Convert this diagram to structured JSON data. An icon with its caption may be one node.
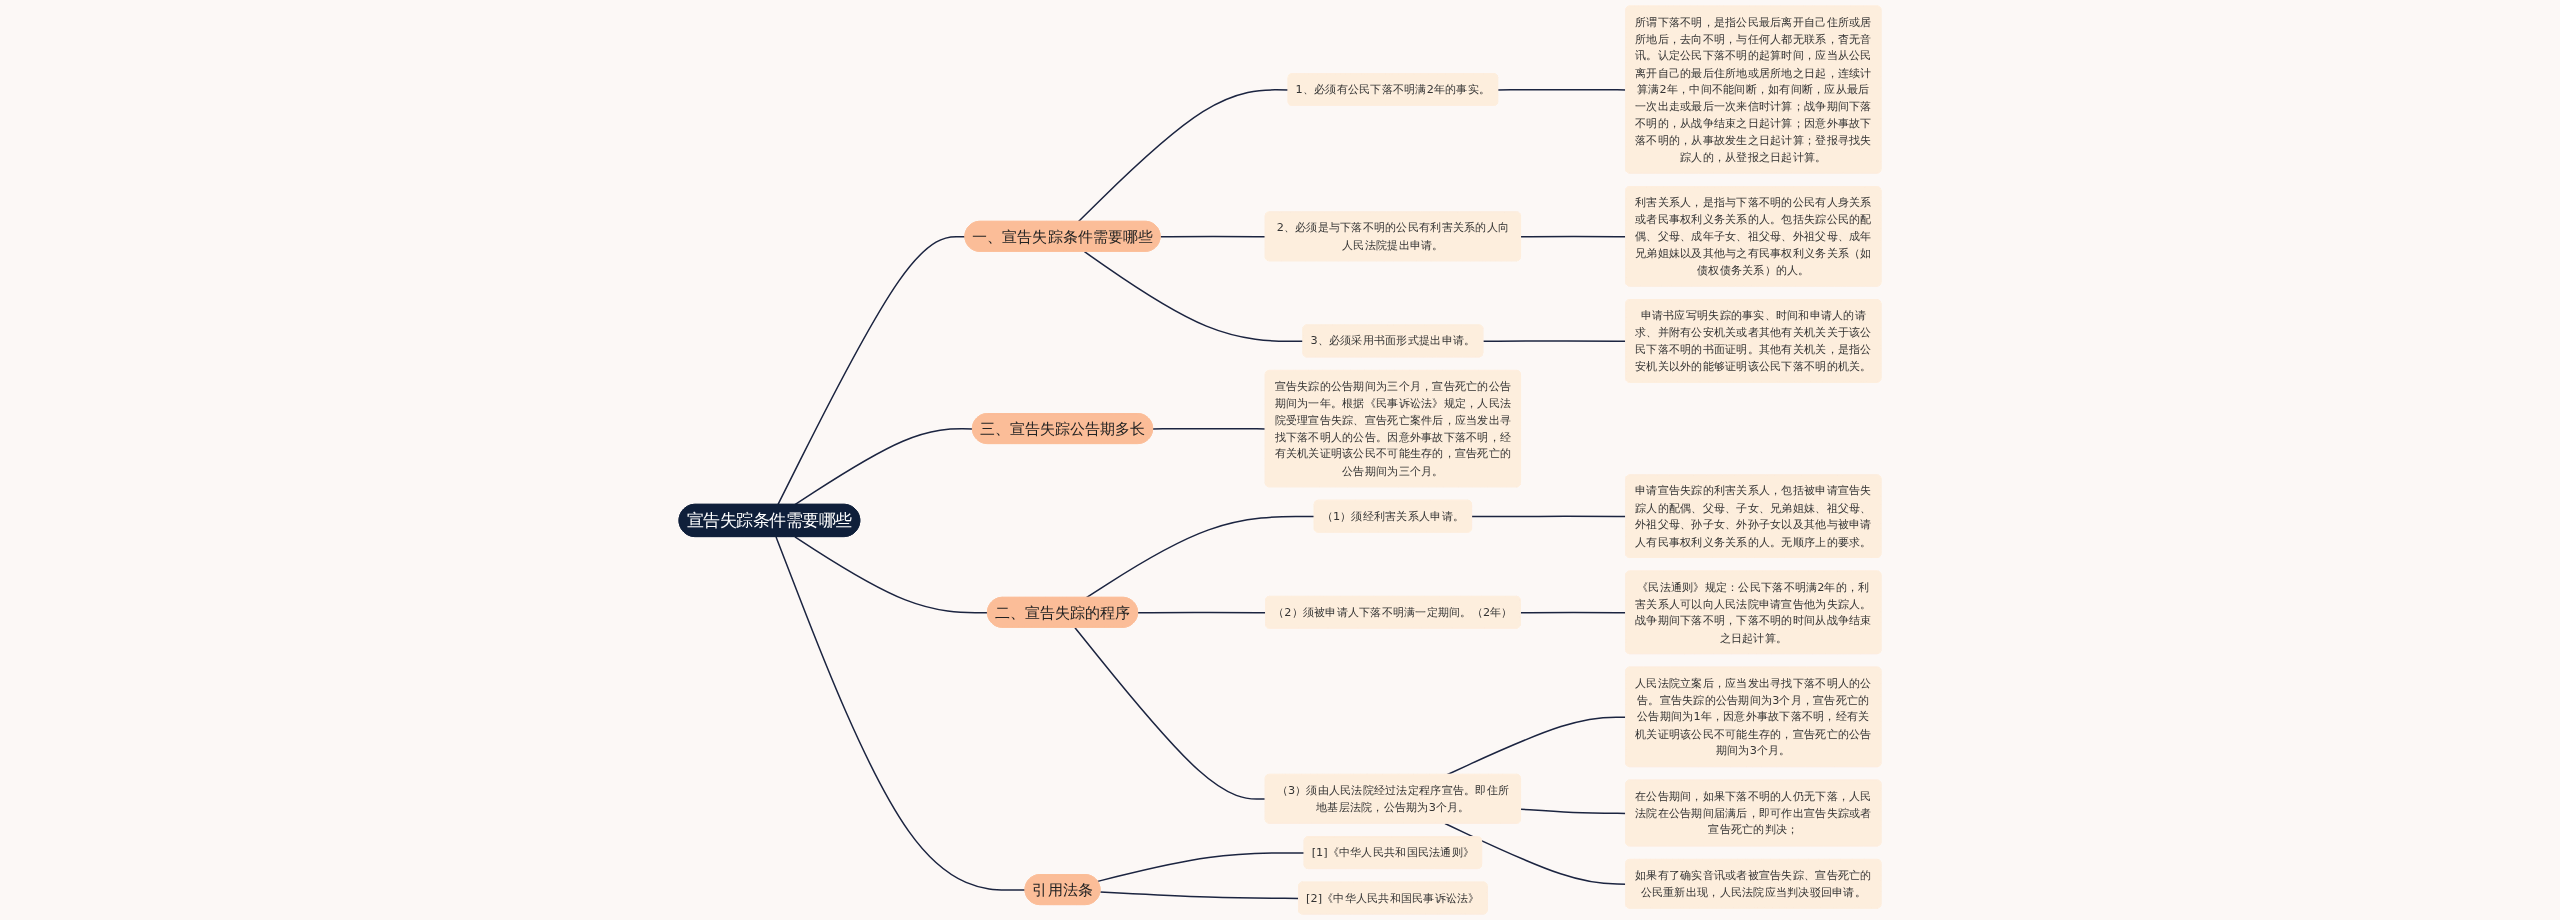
{
  "diagram": {
    "nodes": [
      {
        "text": [
          "宣告失踪条件需要哪些"
        ]
      },
      {
        "text": [
          "一、宣告失踪条件需要哪些"
        ]
      },
      {
        "text": [
          "1、必须有公民下落不明满2年的事实。"
        ]
      },
      {
        "text": [
          "所谓下落不明，是指公民最后离开自己住所或居所地后，去向不明，与任何人都无联系，杳无音讯。认定公民下落不明的起算时间，应当从公民离开自己的最后住所地或居所地之日起，连续计算满2年，中间不能间断，如有间断，应从最后一次出走或最后一次来信时计算；战争期间下落不明的，从战争结束之日起计算；因意外事故下落不明的，从事故发生之日起计算；登报寻找失踪人的，从登报之日起计算。"
        ]
      },
      {
        "text": [
          "2、必须是与下落不明的公民有利害关系的人向人民法院提出申请。"
        ]
      },
      {
        "text": [
          "利害关系人，是指与下落不明的公民有人身关系或者民事权利义务关系的人。包括失踪公民的配偶、父母、成年子女、祖父母、外祖父母、成年兄弟姐妹以及其他与之有民事权利义务关系（如债权债务关系）的人。"
        ]
      },
      {
        "text": [
          "3、必须采用书面形式提出申请。"
        ]
      },
      {
        "text": [
          "申请书应写明失踪的事实、时间和申请人的请求、并附有公安机关或者其他有关机关关于该公民下落不明的书面证明。其他有关机关，是指公安机关以外的能够证明该公民下落不明的机关。"
        ]
      },
      {
        "text": [
          "二、宣告失踪的程序"
        ]
      },
      {
        "text": [
          "（1）须经利害关系人申请。"
        ]
      },
      {
        "text": [
          "申请宣告失踪的利害关系人，包括被申请宣告失踪人的配偶、父母、子女、兄弟姐妹、祖父母、外祖父母、孙子女、外孙子女以及其他与被申请人有民事权利义务关系的人。无顺序上的要求。"
        ]
      },
      {
        "text": [
          "（2）须被申请人下落不明满一定期间。（2年）"
        ]
      },
      {
        "text": [
          "《民法通则》规定：公民下落不明满2年的，利害关系人可以向人民法院申请宣告他为失踪人。战争期间下落不明，下落不明的时间从战争结束之日起计算。"
        ]
      },
      {
        "text": [
          "（3）须由人民法院经过法定程序宣告。即住所地基层法院，公告期为3个月。"
        ]
      },
      {
        "text": [
          "人民法院立案后，应当发出寻找下落不明人的公告。宣告失踪的公告期间为3个月，宣告死亡的公告期间为1年，因意外事故下落不明，经有关机关证明该公民不可能生存的，宣告死亡的公告期间为3个月。"
        ]
      },
      {
        "text": [
          "在公告期间，如果下落不明的人仍无下落，人民法院在公告期间届满后，即可作出宣告失踪或者宣告死亡的判决；"
        ]
      },
      {
        "text": [
          "如果有了确实音讯或者被宣告失踪、宣告死亡的公民重新出现，人民法院应当判决驳回申请。"
        ]
      },
      {
        "text": [
          "三、宣告失踪公告期多长"
        ]
      },
      {
        "text": [
          "宣告失踪的公告期间为三个月，宣告死亡的公告期间为一年。根据《民事诉讼法》规定，人民法院受理宣告失踪、宣告死亡案件后，应当发出寻找下落不明人的公告。因意外事故下落不明，经有关机关证明该公民不可能生存的，宣告死亡的公告期间为三个月。"
        ]
      },
      {
        "text": [
          "引用法条"
        ]
      },
      {
        "text": [
          "[1]《中华人民共和国民法通则》"
        ]
      },
      {
        "text": [
          "[2]《中华人民共和国民事诉讼法》"
        ]
      }
    ],
    "edges": [
      {
        "from": 0,
        "to": 1,
        "arrow": "none"
      },
      {
        "from": 1,
        "to": 2,
        "arrow": "none"
      },
      {
        "from": 2,
        "to": 3,
        "arrow": "none"
      },
      {
        "from": 1,
        "to": 4,
        "arrow": "none"
      },
      {
        "from": 4,
        "to": 5,
        "arrow": "none"
      },
      {
        "from": 1,
        "to": 6,
        "arrow": "none"
      },
      {
        "from": 6,
        "to": 7,
        "arrow": "none"
      },
      {
        "from": 0,
        "to": 8,
        "arrow": "none"
      },
      {
        "from": 8,
        "to": 9,
        "arrow": "none"
      },
      {
        "from": 9,
        "to": 10,
        "arrow": "none"
      },
      {
        "from": 8,
        "to": 11,
        "arrow": "none"
      },
      {
        "from": 11,
        "to": 12,
        "arrow": "none"
      },
      {
        "from": 8,
        "to": 13,
        "arrow": "none"
      },
      {
        "from": 13,
        "to": 14,
        "arrow": "none"
      },
      {
        "from": 13,
        "to": 15,
        "arrow": "none"
      },
      {
        "from": 13,
        "to": 16,
        "arrow": "none"
      },
      {
        "from": 0,
        "to": 17,
        "arrow": "none"
      },
      {
        "from": 17,
        "to": 18,
        "arrow": "none"
      },
      {
        "from": 0,
        "to": 19,
        "arrow": "none"
      },
      {
        "from": 19,
        "to": 20,
        "arrow": "none"
      },
      {
        "from": 19,
        "to": 21,
        "arrow": "none"
      }
    ]
  }
}
